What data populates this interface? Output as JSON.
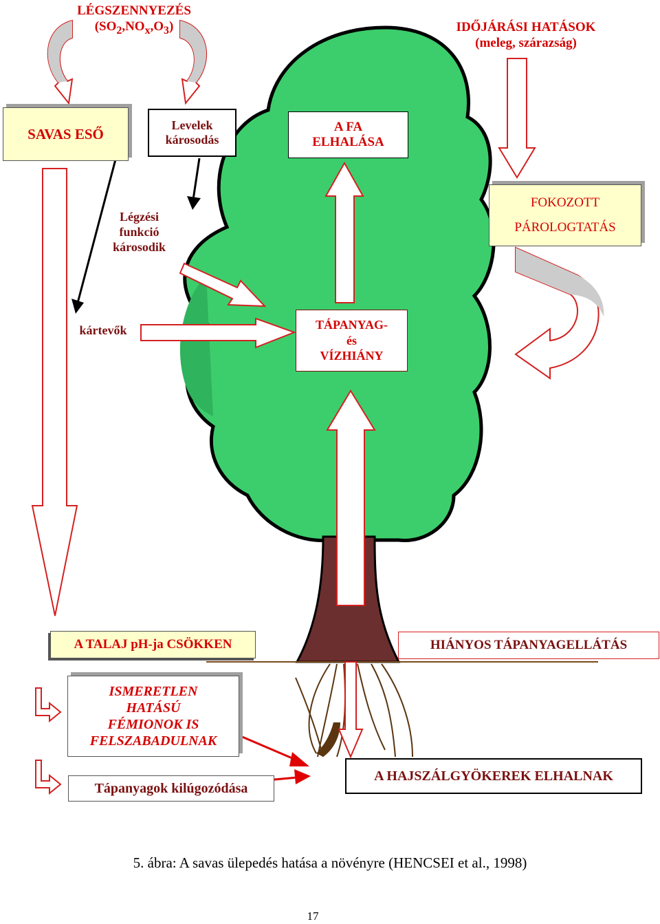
{
  "top_left_label": {
    "line1": "LÉGSZENNYEZÉS",
    "line2_prefix": "(SO",
    "sub1": "2",
    "mid1": ",NO",
    "sub2": "x",
    "mid2": ",O",
    "sub3": "3",
    "suffix": ")"
  },
  "top_right_label": {
    "line1": "IDŐJÁRÁSI HATÁSOK",
    "line2": "(meleg, szárazság)"
  },
  "boxes": {
    "savas_eso": "SAVAS ESŐ",
    "levelek_line1": "Levelek",
    "levelek_line2": "károsodás",
    "fa_elhalasa_line1": "A FA",
    "fa_elhalasa_line2": "ELHALÁSA",
    "fokozott_line1": "FOKOZOTT",
    "fokozott_line2": "PÁROLOGTATÁS",
    "tapanyag_line1": "TÁPANYAG-",
    "tapanyag_line2": "és",
    "tapanyag_line3": "VÍZHIÁNY",
    "talaj_ph": "A TALAJ  pH-ja CSÖKKEN",
    "hianyos": "HIÁNYOS TÁPANYAGELLÁTÁS",
    "fem_line1": "ISMERETLEN",
    "fem_line2": "HATÁSÚ",
    "fem_line3": "FÉMIONOK IS",
    "fem_line4": "FELSZABADULNAK",
    "kilugozodas": "Tápanyagok kilúgozódása",
    "hajszal": "A HAJSZÁLGYÖKEREK ELHALNAK"
  },
  "labels": {
    "legzesi_line1": "Légzési",
    "legzesi_line2": "funkció",
    "legzesi_line3": "károsodik",
    "kartevok": "kártevők"
  },
  "caption": "5. ábra: A savas ülepedés hatása a növényre (HENCSEI et al., 1998)",
  "page_number": "17",
  "colors": {
    "canopy": "#3cce6c",
    "trunk": "#6b2f2f",
    "arrow_outline": "#d42020",
    "yellow_box": "#ffffcc",
    "title_red": "#d40000"
  }
}
